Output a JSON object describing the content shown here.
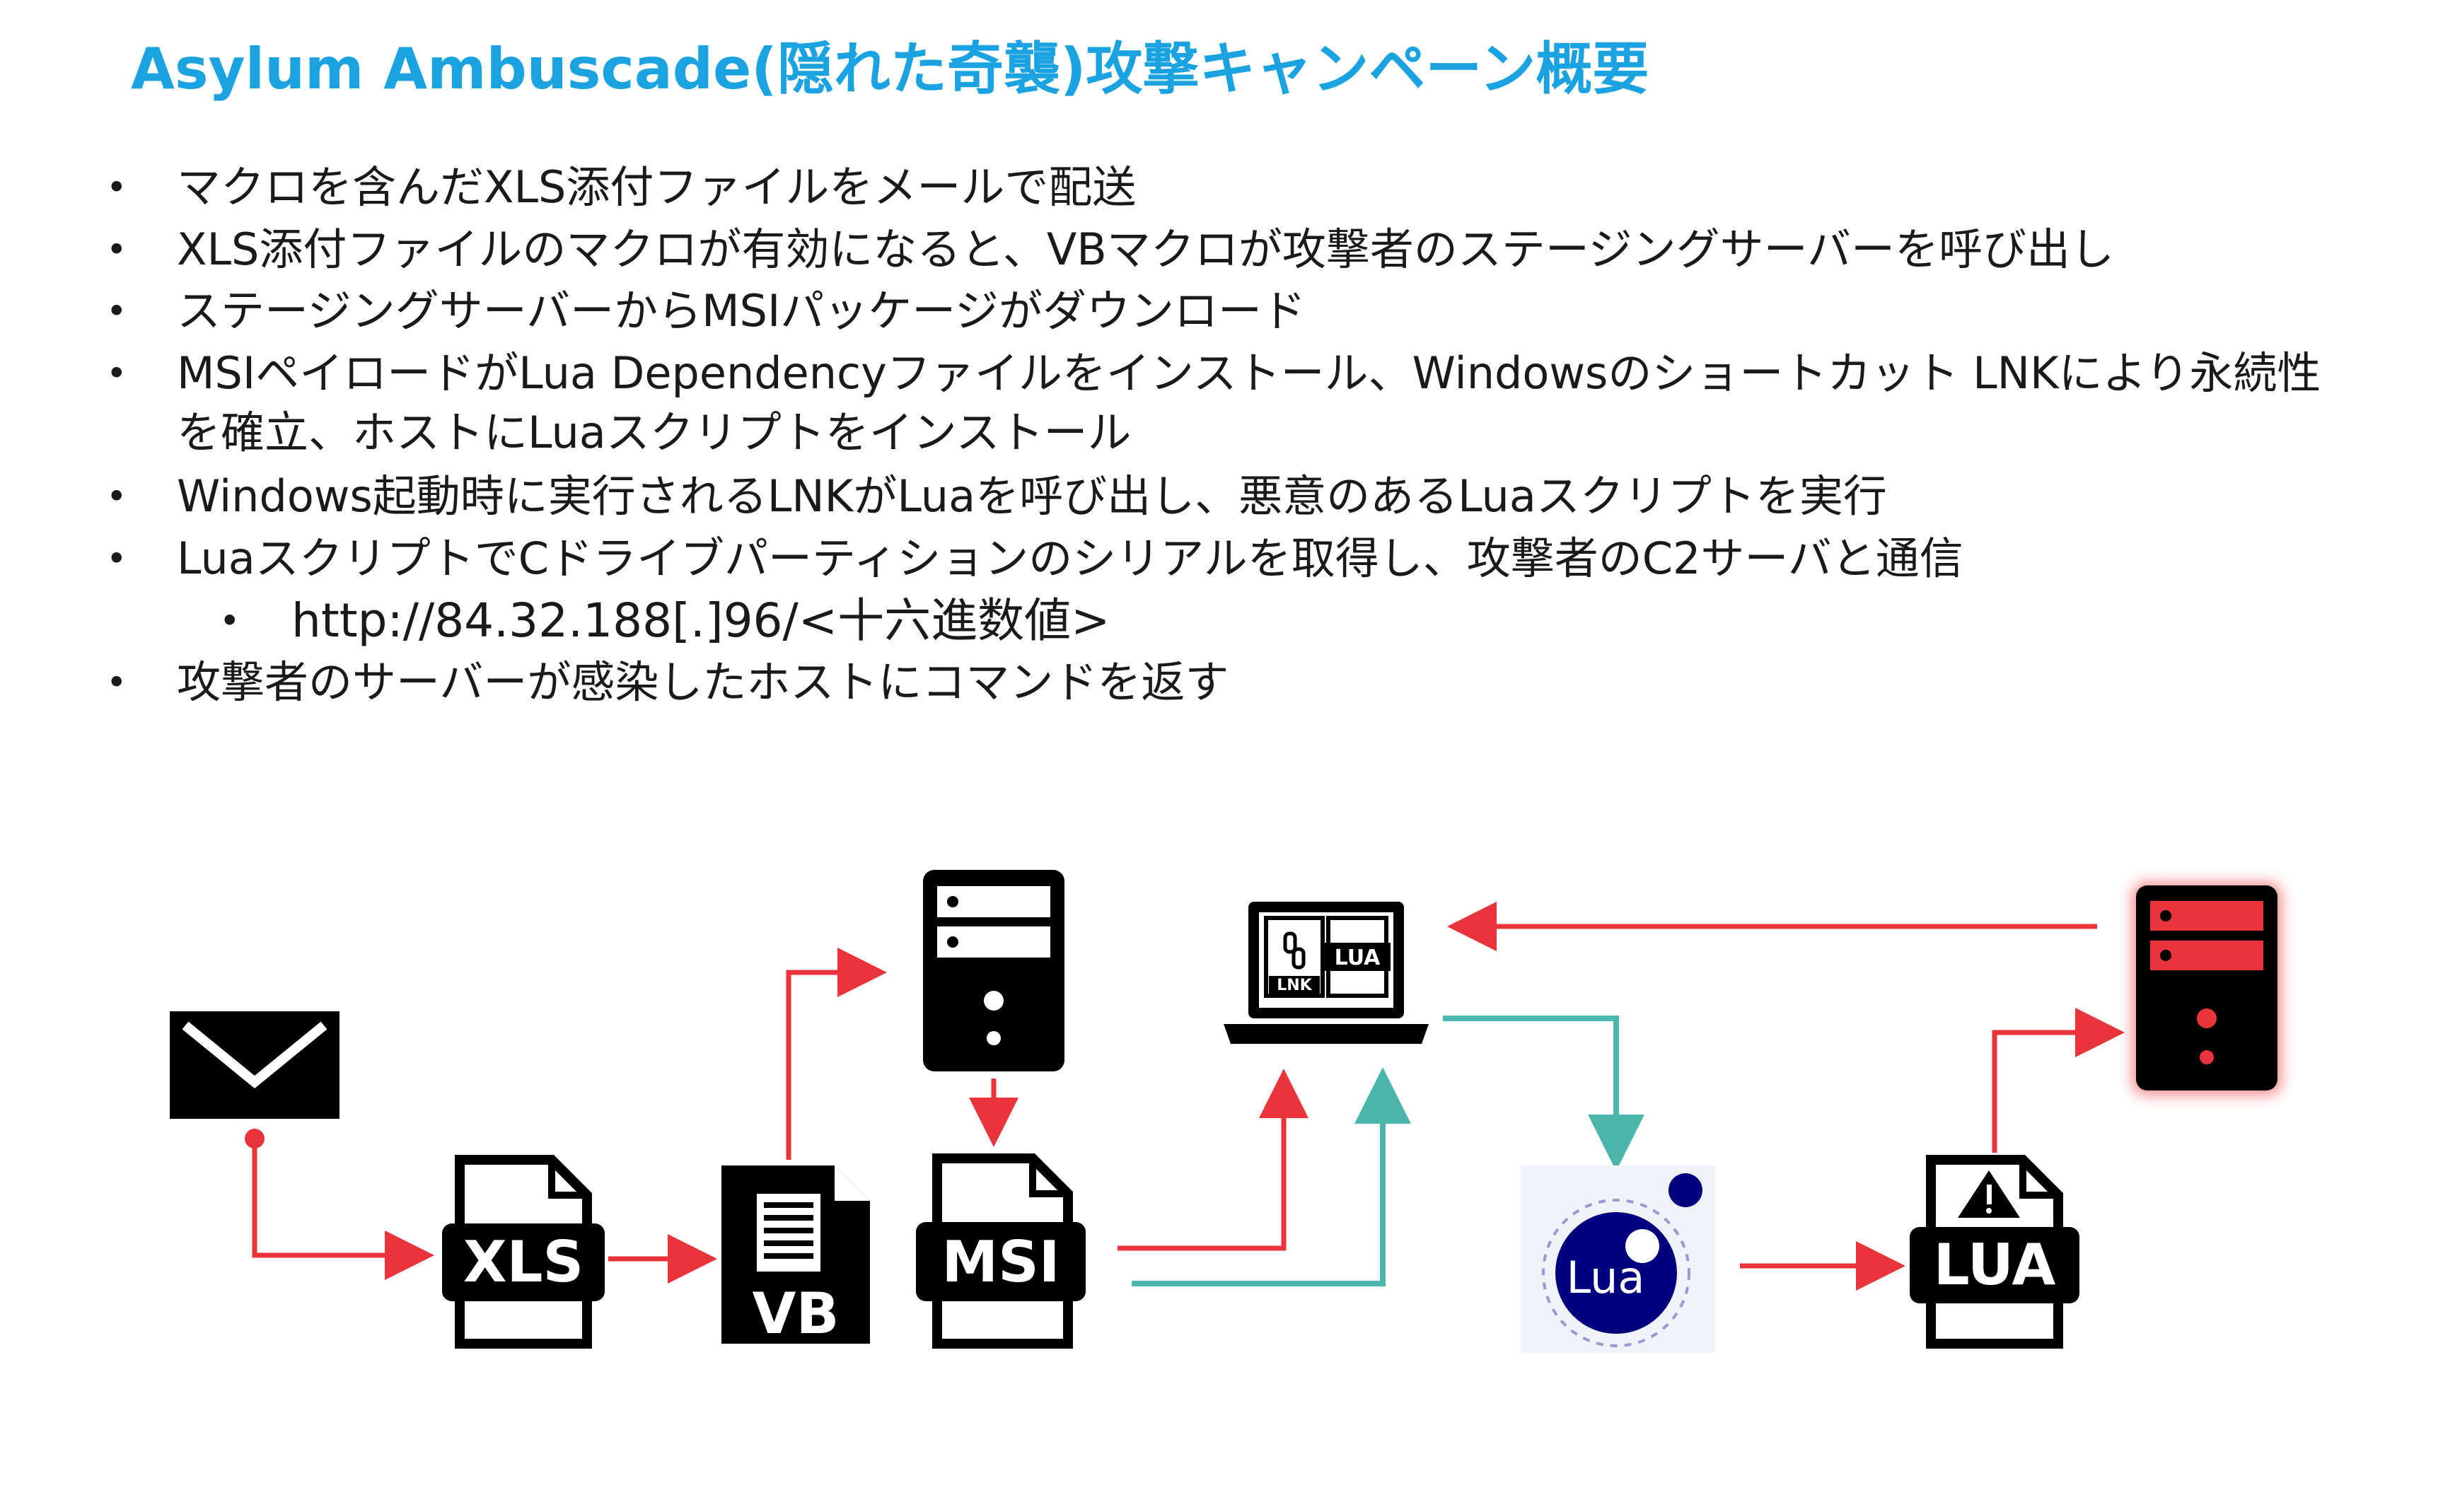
{
  "title": "Asylum Ambuscade(隠れた奇襲)攻撃キャンペーン概要",
  "bullets": [
    {
      "text": "マクロを含んだXLS添付ファイルをメールで配送"
    },
    {
      "text": "XLS添付ファイルのマクロが有効になると、VBマクロが攻撃者のステージングサーバーを呼び出し"
    },
    {
      "text": "ステージングサーバーからMSIパッケージがダウンロード"
    },
    {
      "text": "MSIペイロードがLua Dependencyファイルをインストール、Windowsのショートカット LNKにより永続性",
      "continuation": "を確立、ホストにLuaスクリプトをインストール"
    },
    {
      "text": "Windows起動時に実行されるLNKがLuaを呼び出し、悪意のあるLuaスクリプトを実行"
    },
    {
      "text": "LuaスクリプトでCドライブパーティションのシリアルを取得し、攻撃者のC2サーバと通信",
      "sub": "http://84.32.188[.]96/<十六進数値>"
    },
    {
      "text": "攻撃者のサーバーが感染したホストにコマンドを返す"
    }
  ],
  "bullet_symbol": "•",
  "diagram": {
    "icons": {
      "mail": "envelope-icon",
      "xls": "XLS",
      "vb": "VB",
      "msi": "MSI",
      "lnk": "LNK",
      "lua_file": "LUA",
      "lua_logo": "Lua",
      "lua_payload": "LUA"
    },
    "colors": {
      "red_arrow": "#e8343a",
      "teal_arrow": "#4db6ac",
      "title_blue": "#1aa3e0",
      "lua_blue": "#00007f"
    }
  }
}
